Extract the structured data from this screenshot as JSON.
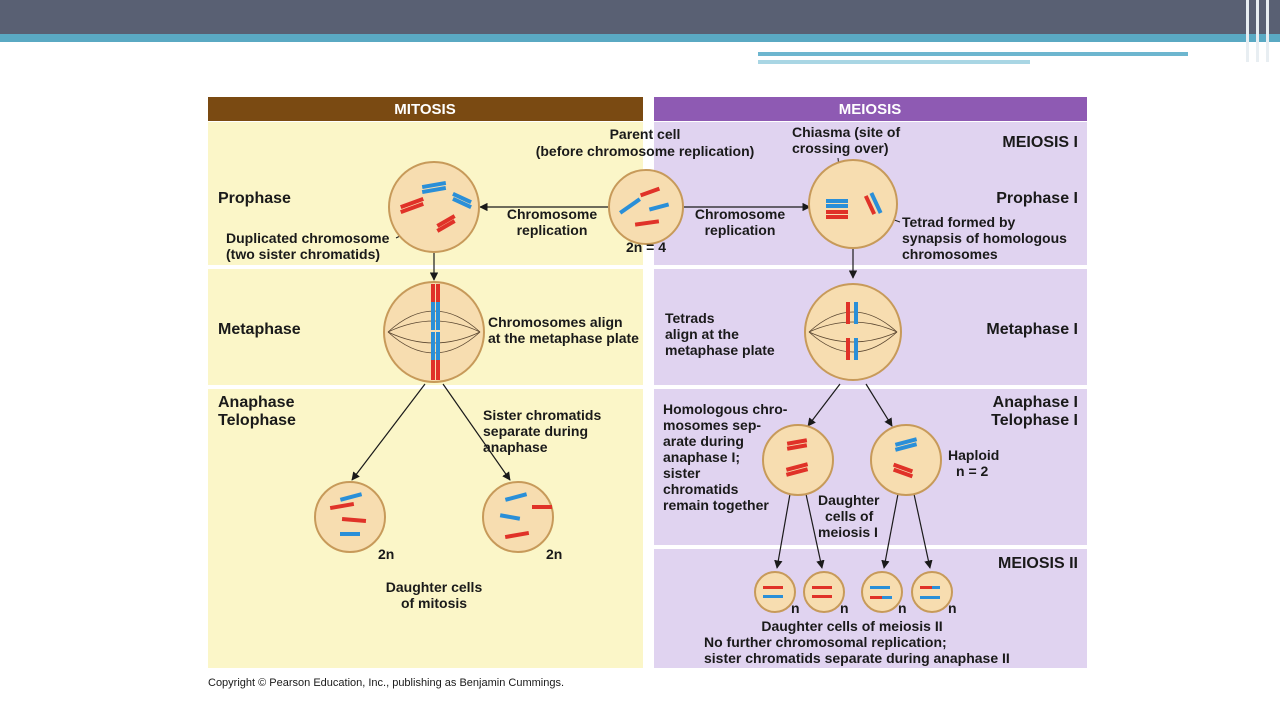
{
  "colors": {
    "mitosis_header": "#7a4a12",
    "meiosis_header": "#8e5ab3",
    "mitosis_panel": "#fbf6c8",
    "meiosis_panel": "#e0d3f0",
    "cell_fill": "#f7ddb0",
    "chromosome_red": "#e03228",
    "chromosome_blue": "#2a8fd8",
    "topbar": "#596073",
    "accent": "#5aa9c3"
  },
  "headers": {
    "mitosis": "MITOSIS",
    "meiosis": "MEIOSIS"
  },
  "parent": {
    "title": "Parent cell",
    "subtitle": "(before chromosome replication)",
    "count": "2n = 4",
    "replication_left": [
      "Chromosome",
      "replication"
    ],
    "replication_right": [
      "Chromosome",
      "replication"
    ]
  },
  "mitosis": {
    "prophase": "Prophase",
    "duplicated": [
      "Duplicated chromosome",
      "(two sister chromatids)"
    ],
    "metaphase": "Metaphase",
    "metaphase_note": [
      "Chromosomes align",
      "at the metaphase plate"
    ],
    "anaphase": "Anaphase",
    "telophase": "Telophase",
    "sister_note": [
      "Sister chromatids",
      "separate during",
      "anaphase"
    ],
    "daughter_ploidy": "2n",
    "daughter_label": [
      "Daughter cells",
      "of mitosis"
    ]
  },
  "meiosis": {
    "meiosis_one": "MEIOSIS I",
    "chiasma": [
      "Chiasma (site of",
      "crossing over)"
    ],
    "prophase": "Prophase I",
    "tetrad": [
      "Tetrad formed by",
      "synapsis of homologous",
      "chromosomes"
    ],
    "tetrads_note": [
      "Tetrads",
      "align at the",
      "metaphase plate"
    ],
    "metaphase": "Metaphase I",
    "anaphase": "Anaphase I",
    "telophase": "Telophase I",
    "homologous_note": [
      "Homologous chro-",
      "mosomes sep-",
      "arate during",
      "anaphase I;",
      "sister",
      "chromatids",
      "remain together"
    ],
    "haploid": [
      "Haploid",
      "n = 2"
    ],
    "daughter_one": [
      "Daughter",
      "cells of",
      "meiosis I"
    ],
    "meiosis_two": "MEIOSIS II",
    "daughter_ploidy": "n",
    "daughter_two": "Daughter cells of meiosis II",
    "no_replication": [
      "No further chromosomal replication;",
      "sister chromatids separate during anaphase II"
    ]
  },
  "copyright": "Copyright © Pearson Education, Inc., publishing as Benjamin Cummings."
}
